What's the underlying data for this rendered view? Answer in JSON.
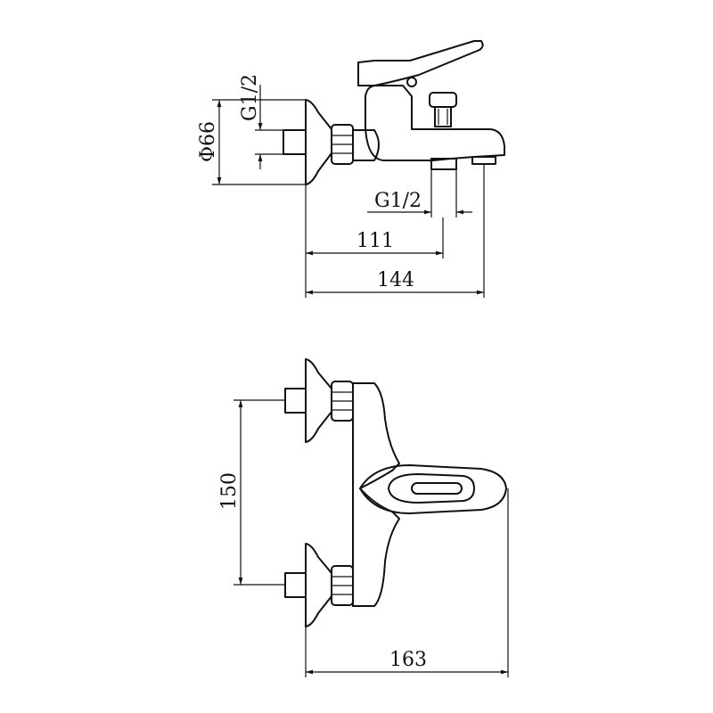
{
  "dimensions": {
    "diameter": "Φ66",
    "thread_inlet": "G1/2",
    "thread_outlet": "G1/2",
    "offset_111": "111",
    "depth_144": "144",
    "centers_150": "150",
    "depth_163": "163"
  }
}
